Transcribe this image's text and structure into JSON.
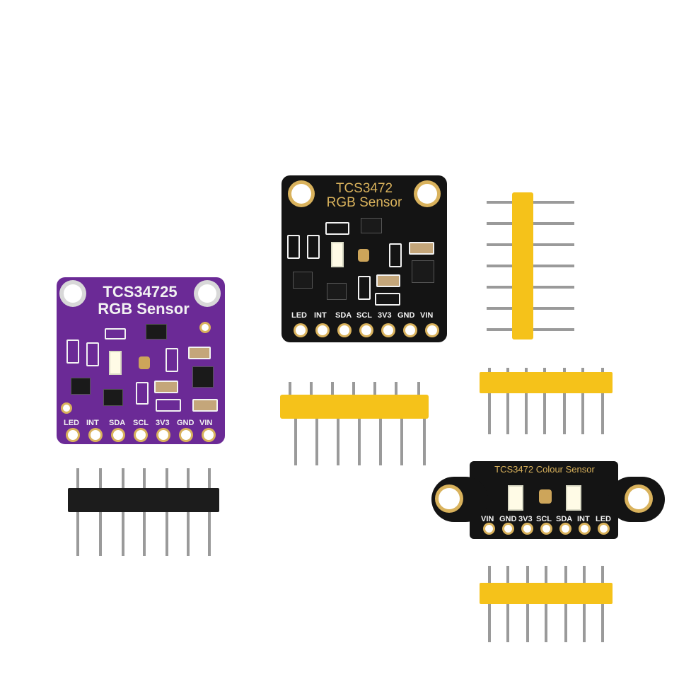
{
  "boards": [
    {
      "title_line1": "TCS34725",
      "title_line2": "RGB Sensor",
      "pin_labels": [
        "LED",
        "INT",
        "SDA",
        "SCL",
        "3V3",
        "GND",
        "VIN"
      ],
      "color": "#6b2a96"
    },
    {
      "title_line1": "TCS3472",
      "title_line2": "RGB Sensor",
      "pin_labels": [
        "LED",
        "INT",
        "SDA",
        "SCL",
        "3V3",
        "GND",
        "VIN"
      ],
      "color": "#141414"
    },
    {
      "title_line1": "TCS3472 Colour Sensor",
      "pin_labels": [
        "VIN",
        "GND",
        "3V3",
        "SCL",
        "SDA",
        "INT",
        "LED"
      ],
      "color": "#141414"
    }
  ],
  "colors": {
    "header_yellow": "#f5c21a",
    "header_black": "#1c1c1c",
    "pin_silver": "#9a9a9a",
    "pad_gold": "#d9b25c",
    "silkscreen": "#f2f2f2"
  }
}
